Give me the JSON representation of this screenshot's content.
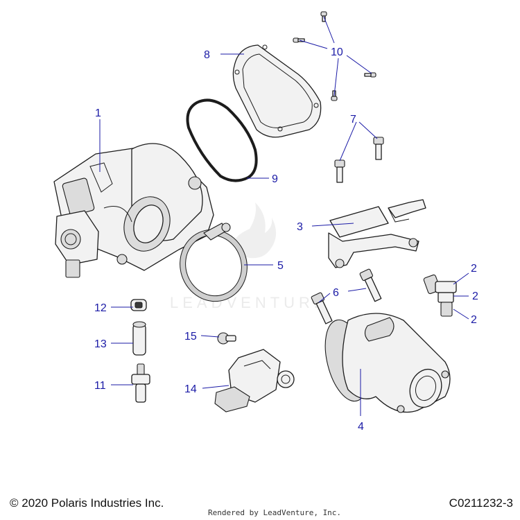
{
  "callouts": [
    {
      "id": "1",
      "label": "1"
    },
    {
      "id": "2a",
      "label": "2"
    },
    {
      "id": "2b",
      "label": "2"
    },
    {
      "id": "2c",
      "label": "2"
    },
    {
      "id": "3",
      "label": "3"
    },
    {
      "id": "4",
      "label": "4"
    },
    {
      "id": "5",
      "label": "5"
    },
    {
      "id": "6",
      "label": "6"
    },
    {
      "id": "7",
      "label": "7"
    },
    {
      "id": "8",
      "label": "8"
    },
    {
      "id": "9",
      "label": "9"
    },
    {
      "id": "10",
      "label": "10"
    },
    {
      "id": "11",
      "label": "11"
    },
    {
      "id": "12",
      "label": "12"
    },
    {
      "id": "13",
      "label": "13"
    },
    {
      "id": "14",
      "label": "14"
    },
    {
      "id": "15",
      "label": "15"
    }
  ],
  "watermark": "LEADVENTURE",
  "footer": {
    "copyright": "© 2020 Polaris Industries Inc.",
    "rendered_by": "Rendered by LeadVenture, Inc.",
    "diagram_code": "C0211232-3"
  },
  "colors": {
    "callout": "#1a1aa6",
    "line_art": "#1c1c1c"
  }
}
